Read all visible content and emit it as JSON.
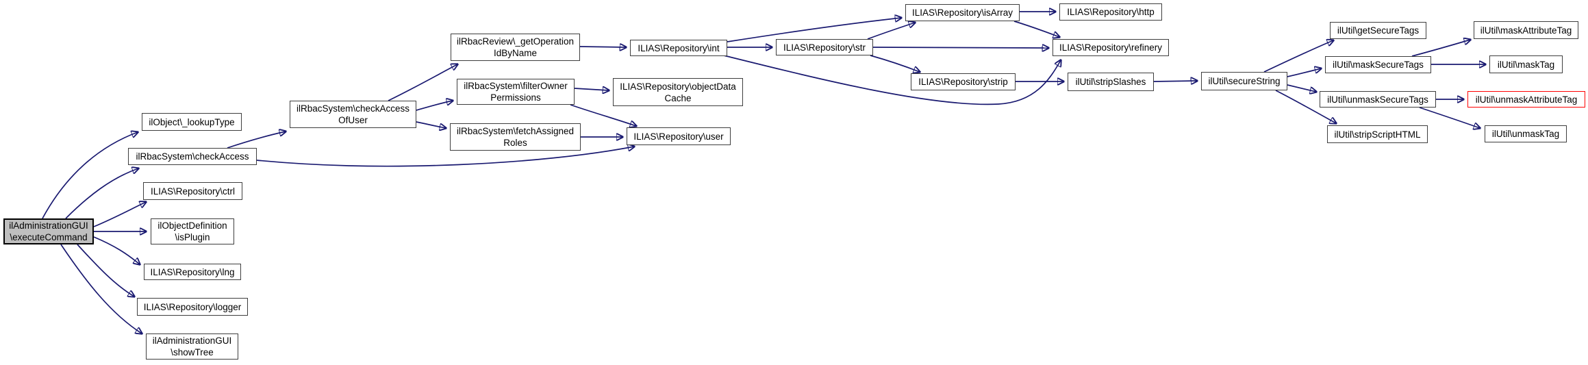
{
  "diagram": {
    "type": "call-graph",
    "colors": {
      "background": "#ffffff",
      "edge": "#191970",
      "node_border": "#3d3d3d",
      "node_fill": "#ffffff",
      "highlight_fill": "#bfbfbf",
      "highlight_border": "#000000",
      "truncated_node_border": "#ff0000",
      "text": "#000000"
    },
    "nodes": [
      {
        "id": "execute-command",
        "variant": "highlight",
        "lines": [
          "ilAdministrationGUI",
          "\\executeCommand"
        ]
      },
      {
        "id": "lookup-type",
        "variant": "normal",
        "lines": [
          "ilObject\\_lookupType"
        ]
      },
      {
        "id": "check-access",
        "variant": "normal",
        "lines": [
          "ilRbacSystem\\checkAccess"
        ]
      },
      {
        "id": "ctrl",
        "variant": "normal",
        "lines": [
          "ILIAS\\Repository\\ctrl"
        ]
      },
      {
        "id": "is-plugin",
        "variant": "normal",
        "lines": [
          "ilObjectDefinition",
          "\\isPlugin"
        ]
      },
      {
        "id": "lng",
        "variant": "normal",
        "lines": [
          "ILIAS\\Repository\\lng"
        ]
      },
      {
        "id": "logger",
        "variant": "normal",
        "lines": [
          "ILIAS\\Repository\\logger"
        ]
      },
      {
        "id": "show-tree",
        "variant": "normal",
        "lines": [
          "ilAdministrationGUI",
          "\\showTree"
        ]
      },
      {
        "id": "check-access-of-user",
        "variant": "normal",
        "lines": [
          "ilRbacSystem\\checkAccess",
          "OfUser"
        ]
      },
      {
        "id": "get-operation-id-by-name",
        "variant": "normal",
        "lines": [
          "ilRbacReview\\_getOperation",
          "IdByName"
        ]
      },
      {
        "id": "filter-owner-permissions",
        "variant": "normal",
        "lines": [
          "ilRbacSystem\\filterOwner",
          "Permissions"
        ]
      },
      {
        "id": "fetch-assigned-roles",
        "variant": "normal",
        "lines": [
          "ilRbacSystem\\fetchAssigned",
          "Roles"
        ]
      },
      {
        "id": "int",
        "variant": "normal",
        "lines": [
          "ILIAS\\Repository\\int"
        ]
      },
      {
        "id": "object-data-cache",
        "variant": "normal",
        "lines": [
          "ILIAS\\Repository\\objectData",
          "Cache"
        ]
      },
      {
        "id": "user",
        "variant": "normal",
        "lines": [
          "ILIAS\\Repository\\user"
        ]
      },
      {
        "id": "str",
        "variant": "normal",
        "lines": [
          "ILIAS\\Repository\\str"
        ]
      },
      {
        "id": "is-array",
        "variant": "normal",
        "lines": [
          "ILIAS\\Repository\\isArray"
        ]
      },
      {
        "id": "strip",
        "variant": "normal",
        "lines": [
          "ILIAS\\Repository\\strip"
        ]
      },
      {
        "id": "http",
        "variant": "normal",
        "lines": [
          "ILIAS\\Repository\\http"
        ]
      },
      {
        "id": "refinery",
        "variant": "normal",
        "lines": [
          "ILIAS\\Repository\\refinery"
        ]
      },
      {
        "id": "strip-slashes",
        "variant": "normal",
        "lines": [
          "ilUtil\\stripSlashes"
        ]
      },
      {
        "id": "secure-string",
        "variant": "normal",
        "lines": [
          "ilUtil\\secureString"
        ]
      },
      {
        "id": "get-secure-tags",
        "variant": "normal",
        "lines": [
          "ilUtil\\getSecureTags"
        ]
      },
      {
        "id": "mask-secure-tags",
        "variant": "normal",
        "lines": [
          "ilUtil\\maskSecureTags"
        ]
      },
      {
        "id": "unmask-secure-tags",
        "variant": "normal",
        "lines": [
          "ilUtil\\unmaskSecureTags"
        ]
      },
      {
        "id": "strip-script-html",
        "variant": "normal",
        "lines": [
          "ilUtil\\stripScriptHTML"
        ]
      },
      {
        "id": "mask-attribute-tag",
        "variant": "normal",
        "lines": [
          "ilUtil\\maskAttributeTag"
        ]
      },
      {
        "id": "mask-tag",
        "variant": "normal",
        "lines": [
          "ilUtil\\maskTag"
        ]
      },
      {
        "id": "unmask-attribute-tag",
        "variant": "red",
        "lines": [
          "ilUtil\\unmaskAttributeTag"
        ]
      },
      {
        "id": "unmask-tag",
        "variant": "normal",
        "lines": [
          "ilUtil\\unmaskTag"
        ]
      }
    ],
    "edges": [
      {
        "from": "execute-command",
        "to": "lookup-type"
      },
      {
        "from": "execute-command",
        "to": "check-access"
      },
      {
        "from": "execute-command",
        "to": "ctrl"
      },
      {
        "from": "execute-command",
        "to": "is-plugin"
      },
      {
        "from": "execute-command",
        "to": "lng"
      },
      {
        "from": "execute-command",
        "to": "logger"
      },
      {
        "from": "execute-command",
        "to": "show-tree"
      },
      {
        "from": "check-access",
        "to": "check-access-of-user"
      },
      {
        "from": "check-access",
        "to": "user"
      },
      {
        "from": "check-access-of-user",
        "to": "get-operation-id-by-name"
      },
      {
        "from": "check-access-of-user",
        "to": "filter-owner-permissions"
      },
      {
        "from": "check-access-of-user",
        "to": "fetch-assigned-roles"
      },
      {
        "from": "filter-owner-permissions",
        "to": "object-data-cache"
      },
      {
        "from": "filter-owner-permissions",
        "to": "user"
      },
      {
        "from": "fetch-assigned-roles",
        "to": "user"
      },
      {
        "from": "get-operation-id-by-name",
        "to": "int"
      },
      {
        "from": "int",
        "to": "str"
      },
      {
        "from": "int",
        "to": "is-array"
      },
      {
        "from": "int",
        "to": "refinery"
      },
      {
        "from": "str",
        "to": "is-array"
      },
      {
        "from": "str",
        "to": "refinery"
      },
      {
        "from": "str",
        "to": "strip"
      },
      {
        "from": "is-array",
        "to": "http"
      },
      {
        "from": "is-array",
        "to": "refinery"
      },
      {
        "from": "strip",
        "to": "strip-slashes"
      },
      {
        "from": "strip-slashes",
        "to": "secure-string"
      },
      {
        "from": "secure-string",
        "to": "get-secure-tags"
      },
      {
        "from": "secure-string",
        "to": "mask-secure-tags"
      },
      {
        "from": "secure-string",
        "to": "unmask-secure-tags"
      },
      {
        "from": "secure-string",
        "to": "strip-script-html"
      },
      {
        "from": "mask-secure-tags",
        "to": "mask-attribute-tag"
      },
      {
        "from": "mask-secure-tags",
        "to": "mask-tag"
      },
      {
        "from": "unmask-secure-tags",
        "to": "unmask-attribute-tag"
      },
      {
        "from": "unmask-secure-tags",
        "to": "unmask-tag"
      }
    ]
  }
}
